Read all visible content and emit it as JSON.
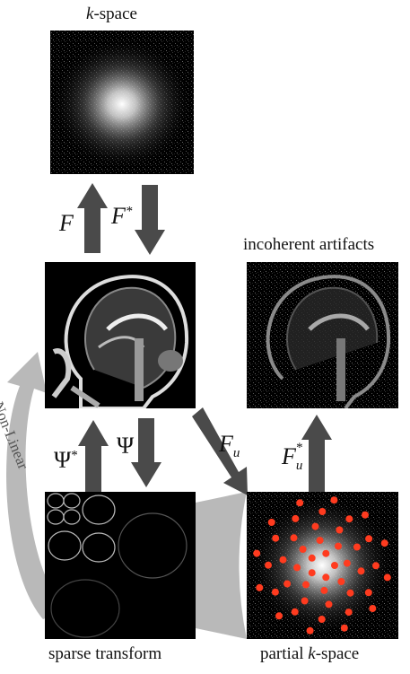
{
  "labels": {
    "kspace_italic": "k",
    "kspace_rest": "-space",
    "incoherent": "incoherent artifacts",
    "sparse": "sparse transform",
    "partial_prefix": "partial ",
    "partial_italic": "k",
    "partial_rest": "-space",
    "nonlinear": "Non-Linear"
  },
  "operators": {
    "F": "F",
    "F_star_base": "F",
    "star": "*",
    "psi_star_base": "Ψ",
    "psi": "Ψ",
    "Fu_base": "F",
    "u": "u",
    "Fu_star_base": "F"
  },
  "colors": {
    "arrow_dark": "#4a4a4a",
    "arrow_gray": "#b9b9b9",
    "sample_dot": "#ff3b1f",
    "panel_bg": "#000000"
  }
}
